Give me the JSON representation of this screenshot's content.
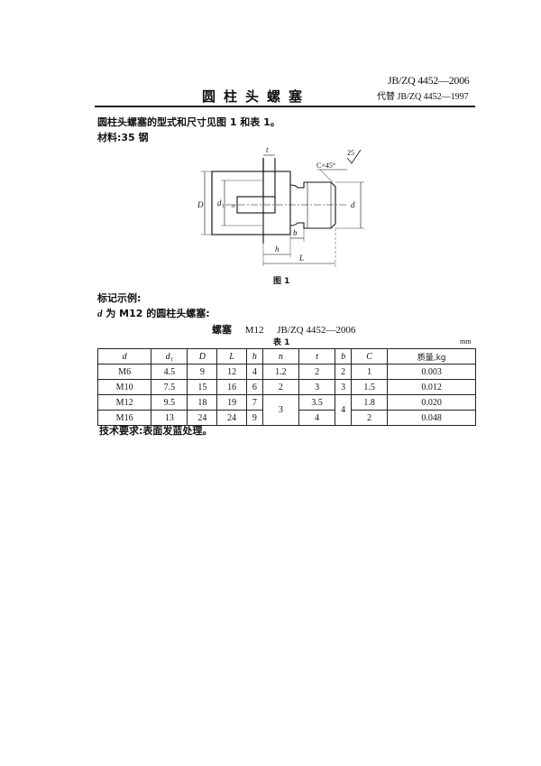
{
  "header": {
    "standard_number": "JB/ZQ 4452—2006",
    "replaces": "代替 JB/ZQ 4452—1997",
    "title": "圆柱头螺塞"
  },
  "intro": {
    "line1": "圆柱头螺塞的型式和尺寸见图 1 和表 1。",
    "line2": "材料:35 钢"
  },
  "figure": {
    "caption": "图 1",
    "labels": {
      "t": "t",
      "D": "D",
      "d1": "d₁",
      "n": "n",
      "d": "d",
      "b": "b",
      "h": "h",
      "L": "L",
      "chamfer": "C×45°",
      "roughness": "25"
    }
  },
  "marking": {
    "heading": "标记示例:",
    "desc_prefix": "d",
    "desc": " 为 M12 的圆柱头螺塞:",
    "example_name": "螺塞",
    "example_size": "M12",
    "example_std": "JB/ZQ 4452—2006"
  },
  "table": {
    "caption": "表 1",
    "unit": "mm",
    "headers": [
      "d",
      "d₁",
      "D",
      "L",
      "h",
      "n",
      "t",
      "b",
      "C",
      "质量,kg"
    ],
    "rows": [
      [
        "M6",
        "4.5",
        "9",
        "12",
        "4",
        "1.2",
        "2",
        "2",
        "1",
        "0.003"
      ],
      [
        "M10",
        "7.5",
        "15",
        "16",
        "6",
        "2",
        "3",
        "3",
        "1.5",
        "0.012"
      ],
      [
        "M12",
        "9.5",
        "18",
        "19",
        "7",
        "3",
        "3.5",
        "4",
        "1.8",
        "0.020"
      ],
      [
        "M16",
        "13",
        "24",
        "24",
        "9",
        "3",
        "4",
        "4",
        "2",
        "0.048"
      ]
    ]
  },
  "tech_req": "技术要求:表面发蓝处理。"
}
